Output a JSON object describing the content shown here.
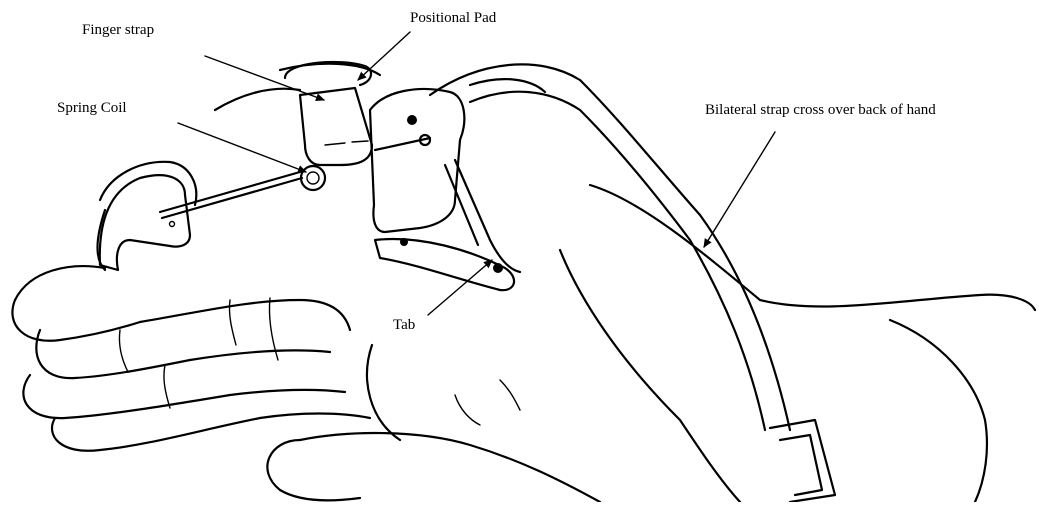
{
  "diagram": {
    "labels": {
      "finger_strap": "Finger strap",
      "positional_pad": "Positional Pad",
      "spring_coil": "Spring Coil",
      "bilateral_strap": "Bilateral strap cross over back of hand",
      "tab": "Tab"
    },
    "colors": {
      "ink": "#000000",
      "background": "#ffffff"
    }
  }
}
